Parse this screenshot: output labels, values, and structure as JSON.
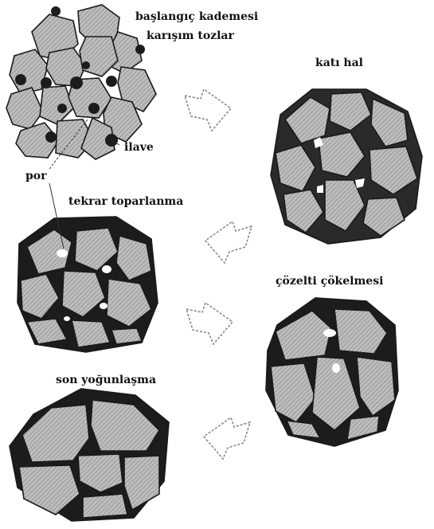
{
  "labels": {
    "start_line1": "başlangıç kademesi",
    "start_line2": "karışım tozlar",
    "solid_state": "katı hal",
    "additive": "ilave",
    "pore": "por",
    "rearrangement": "tekrar toparlanma",
    "solution_precipitation": "çözelti çökelmesi",
    "final_densification": "son yoğunlaşma"
  },
  "colors": {
    "background": "#ffffff",
    "grain_fill": "#bdbdbd",
    "grain_hatch": "#8a8a8a",
    "grain_outline": "#1a1a1a",
    "liquid_phase": "#1c1c1c",
    "pore": "#ffffff",
    "arrow_outline": "#888888"
  },
  "icons": {
    "flow_arrow": "dashed-outline-arrow"
  }
}
